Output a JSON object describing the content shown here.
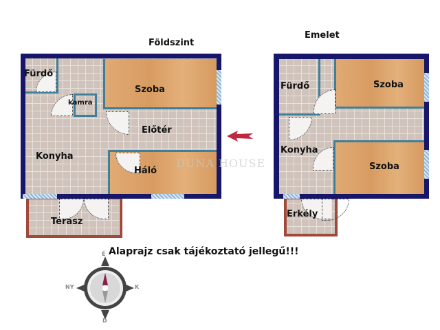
{
  "ground_floor": {
    "title": "Földszint",
    "rooms": {
      "bath": "Fürdő",
      "pantry": "kamra",
      "room": "Szoba",
      "hall": "Előtér",
      "kitchen": "Konyha",
      "bedroom": "Háló",
      "terrace": "Terasz"
    }
  },
  "upper_floor": {
    "title": "Emelet",
    "rooms": {
      "bath": "Fürdő",
      "room1": "Szoba",
      "kitchen": "Konyha",
      "room2": "Szoba",
      "balcony": "Erkély"
    }
  },
  "note": "Alaprajz csak tájékoztató jellegű!!!",
  "watermark": "DUNA HOUSE",
  "compass": {
    "north": "É",
    "south": "D",
    "east": "K",
    "west": "NY"
  },
  "colors": {
    "wall": "#16166a",
    "inner_wall": "#3f7f9a",
    "terrace_border": "#a04a3c",
    "arrow": "#c0283f"
  }
}
